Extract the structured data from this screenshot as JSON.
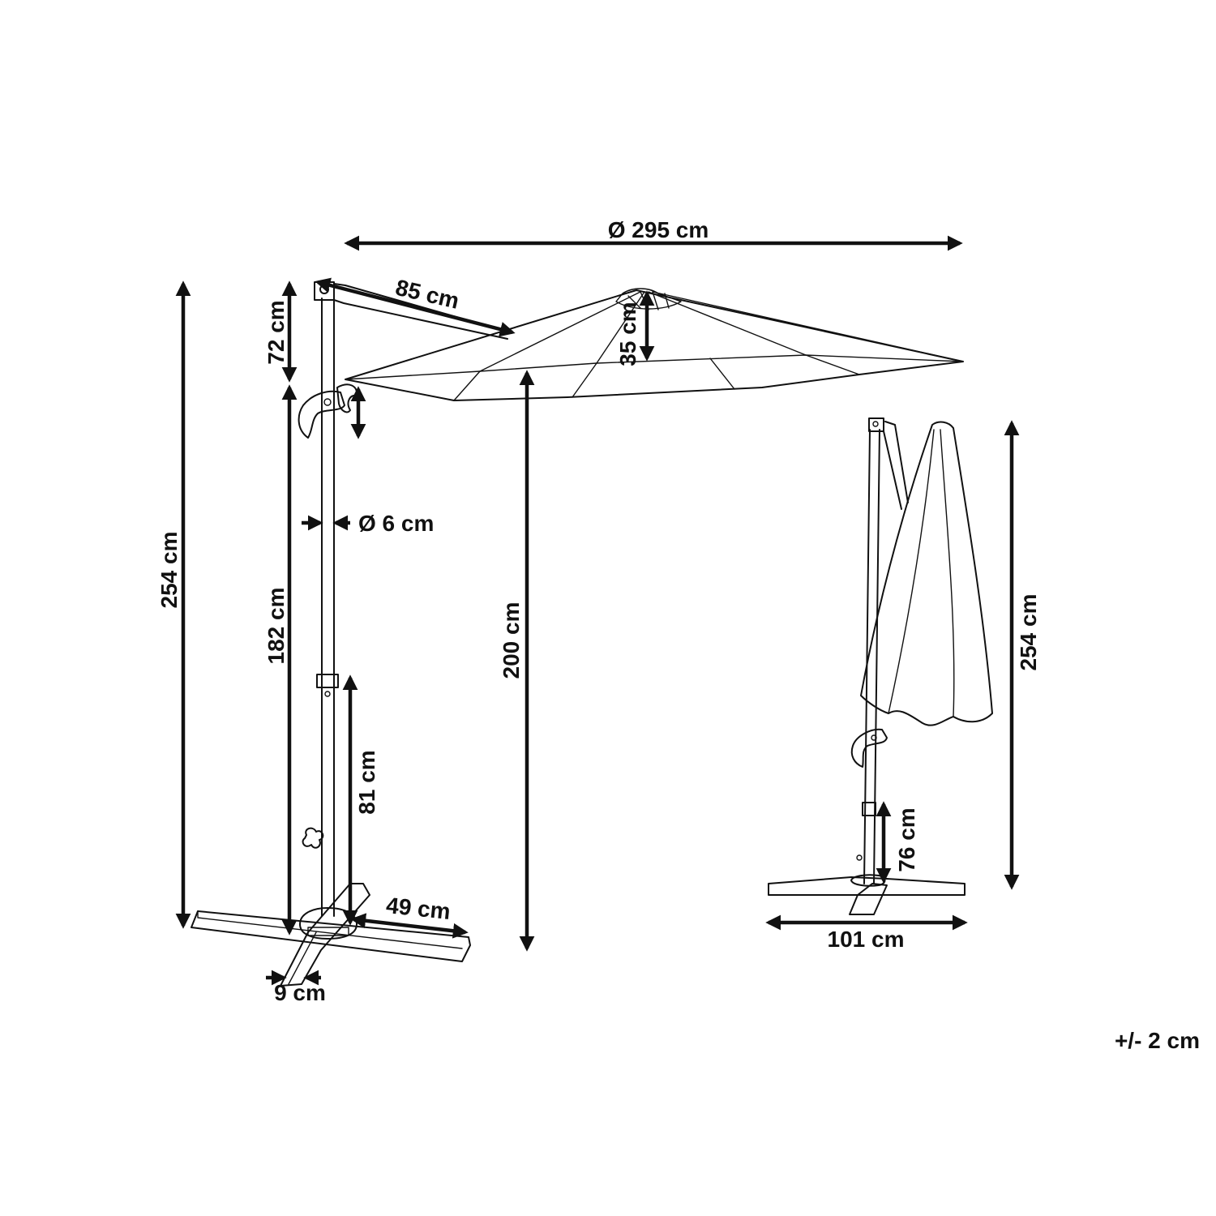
{
  "dimensions": {
    "canopy_diameter": "Ø 295 cm",
    "arm_length": "85 cm",
    "canopy_height": "35 cm",
    "top_section": "72 cm",
    "pole_diameter": "Ø 6 cm",
    "total_height": "254 cm",
    "crank_height": "182 cm",
    "clearance_height": "200 cm",
    "lower_section": "81 cm",
    "base_arm": "49 cm",
    "base_width": "9 cm",
    "folded_height": "254 cm",
    "folded_lower": "76 cm",
    "base_span": "101 cm"
  },
  "tolerance": "+/- 2 cm",
  "colors": {
    "ink": "#111111",
    "background": "#ffffff"
  }
}
